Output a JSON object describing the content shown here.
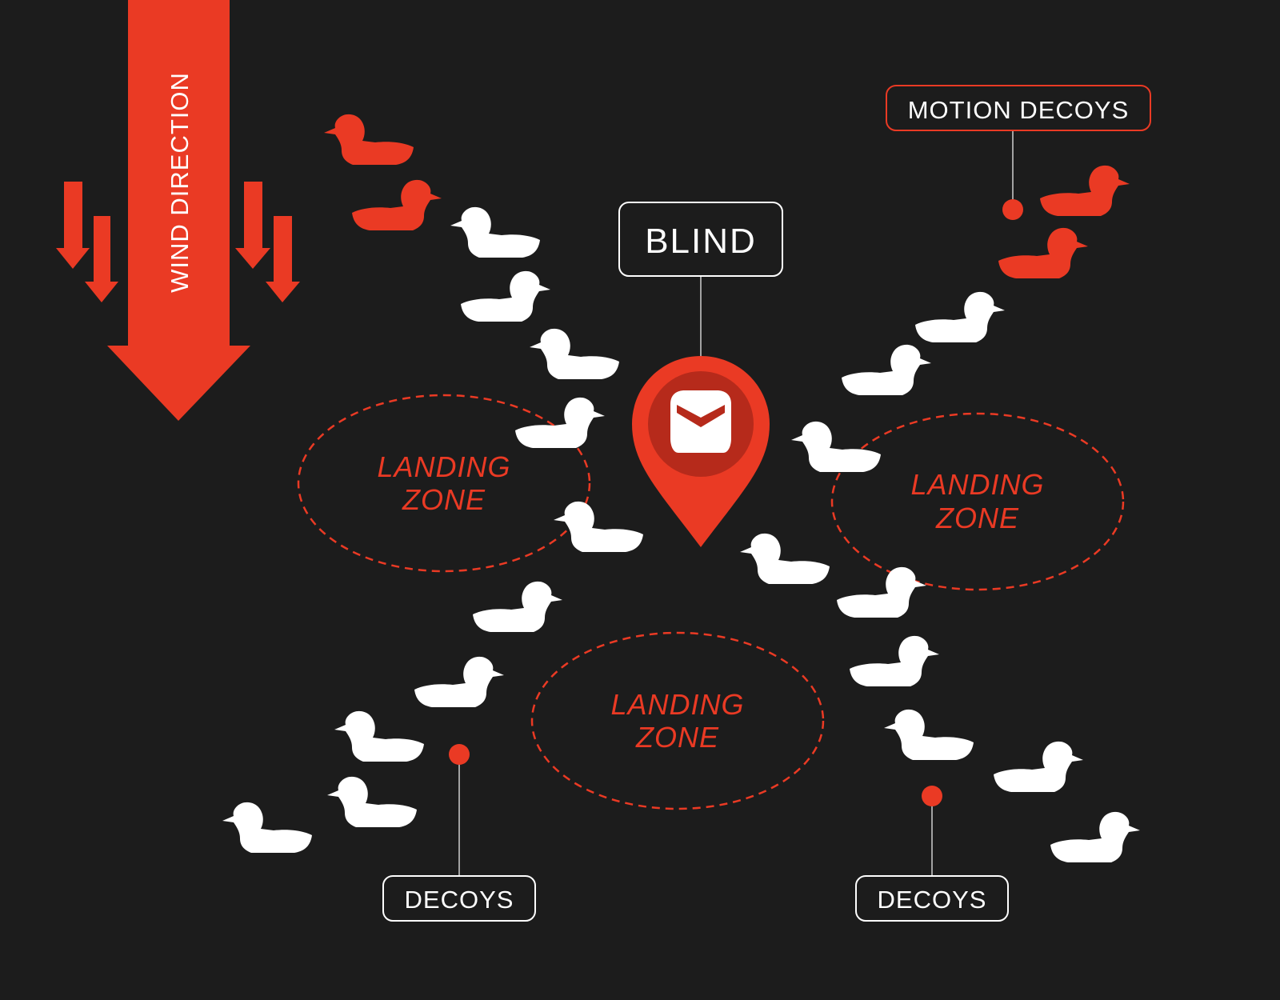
{
  "wind": {
    "label": "WIND DIRECTION"
  },
  "labels": {
    "blind": "BLIND",
    "motion_decoys": "MOTION DECOYS",
    "decoys_left": "DECOYS",
    "decoys_right": "DECOYS"
  },
  "landing_zones": [
    {
      "line1": "LANDING",
      "line2": "ZONE"
    },
    {
      "line1": "LANDING",
      "line2": "ZONE"
    },
    {
      "line1": "LANDING",
      "line2": "ZONE"
    }
  ],
  "colors": {
    "background": "#1c1c1c",
    "accent": "#ea3a24",
    "accent_dark": "#b62a1b",
    "white": "#ffffff"
  },
  "icons": {
    "wind": "down-arrow-icon",
    "blind": "map-pin-icon",
    "decoy": "duck-icon"
  }
}
